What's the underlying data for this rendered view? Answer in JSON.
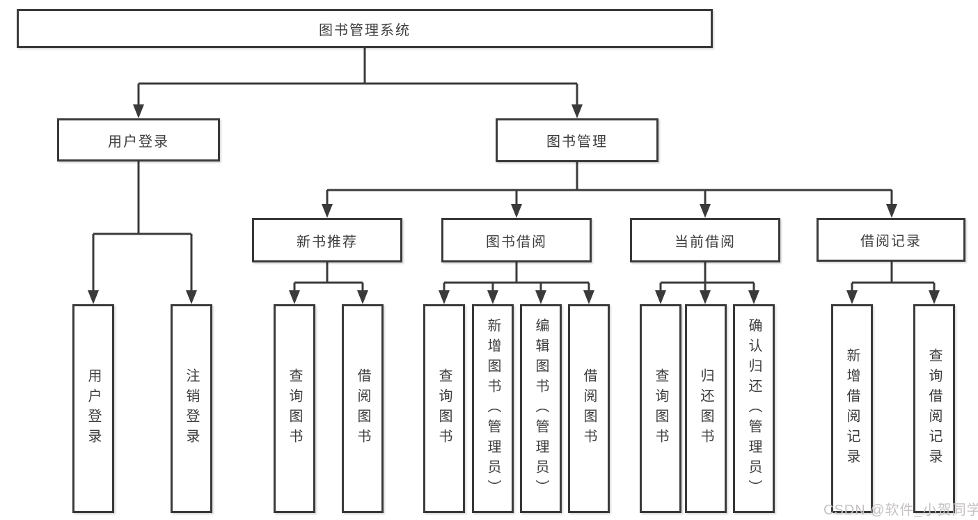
{
  "colors": {
    "background": "#ffffff",
    "line": "#3a3a3a",
    "box_border": "#3a3a3a",
    "text": "#3d3d3d",
    "watermark": "#c6c2c2"
  },
  "root": {
    "label": "图书管理系统"
  },
  "level2": {
    "user_login": {
      "label": "用户登录"
    },
    "book_management": {
      "label": "图书管理"
    }
  },
  "level3": {
    "new_book_recommend": {
      "label": "新书推荐"
    },
    "book_borrowing": {
      "label": "图书借阅"
    },
    "current_borrowing": {
      "label": "当前借阅"
    },
    "borrowing_records": {
      "label": "借阅记录"
    }
  },
  "leaves": {
    "user_login": [
      "用户登录",
      "注销登录"
    ],
    "new_book_recommend": [
      "查询图书",
      "借阅图书"
    ],
    "book_borrowing": [
      "查询图书",
      "新增图书（管理员）",
      "编辑图书（管理员）",
      "借阅图书"
    ],
    "current_borrowing": [
      "查询图书",
      "归还图书",
      "确认归还（管理员）"
    ],
    "borrowing_records": [
      "新增借阅记录",
      "查询借阅记录"
    ]
  },
  "watermark": {
    "text": "CSDN @软件_小贺同学"
  }
}
